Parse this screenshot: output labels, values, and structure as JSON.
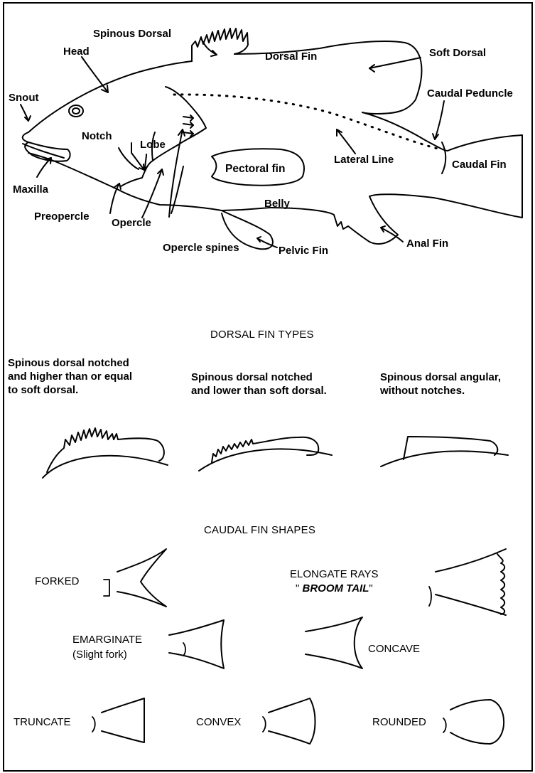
{
  "fish_labels": {
    "spinous_dorsal": "Spinous Dorsal",
    "head": "Head",
    "dorsal_fin": "Dorsal Fin",
    "soft_dorsal": "Soft Dorsal",
    "snout": "Snout",
    "caudal_peduncle": "Caudal Peduncle",
    "notch": "Notch",
    "lobe": "Lobe",
    "pectoral_fin": "Pectoral fin",
    "lateral_line": "Lateral Line",
    "caudal_fin": "Caudal Fin",
    "maxilla": "Maxilla",
    "belly": "Belly",
    "preopercle": "Preopercle",
    "opercle": "Opercle",
    "opercle_spines": "Opercle spines",
    "pelvic_fin": "Pelvic Fin",
    "anal_fin": "Anal Fin"
  },
  "dorsal_section": {
    "title": "DORSAL FIN TYPES",
    "types": [
      {
        "line1": "Spinous dorsal notched",
        "line2": "and higher than or equal",
        "line3": "to soft dorsal."
      },
      {
        "line1": "Spinous dorsal notched",
        "line2": "and lower than soft dorsal."
      },
      {
        "line1": "Spinous dorsal angular,",
        "line2": "without notches."
      }
    ]
  },
  "caudal_section": {
    "title": "CAUDAL FIN SHAPES",
    "shapes": {
      "forked": "FORKED",
      "elongate_line1": "ELONGATE  RAYS",
      "elongate_quote_open": "\" ",
      "elongate_line2": "BROOM TAIL",
      "elongate_quote_close": "\"",
      "emarginate": "EMARGINATE",
      "emarginate_sub": "(Slight fork)",
      "concave": "CONCAVE",
      "truncate": "TRUNCATE",
      "convex": "CONVEX",
      "rounded": "ROUNDED"
    }
  }
}
